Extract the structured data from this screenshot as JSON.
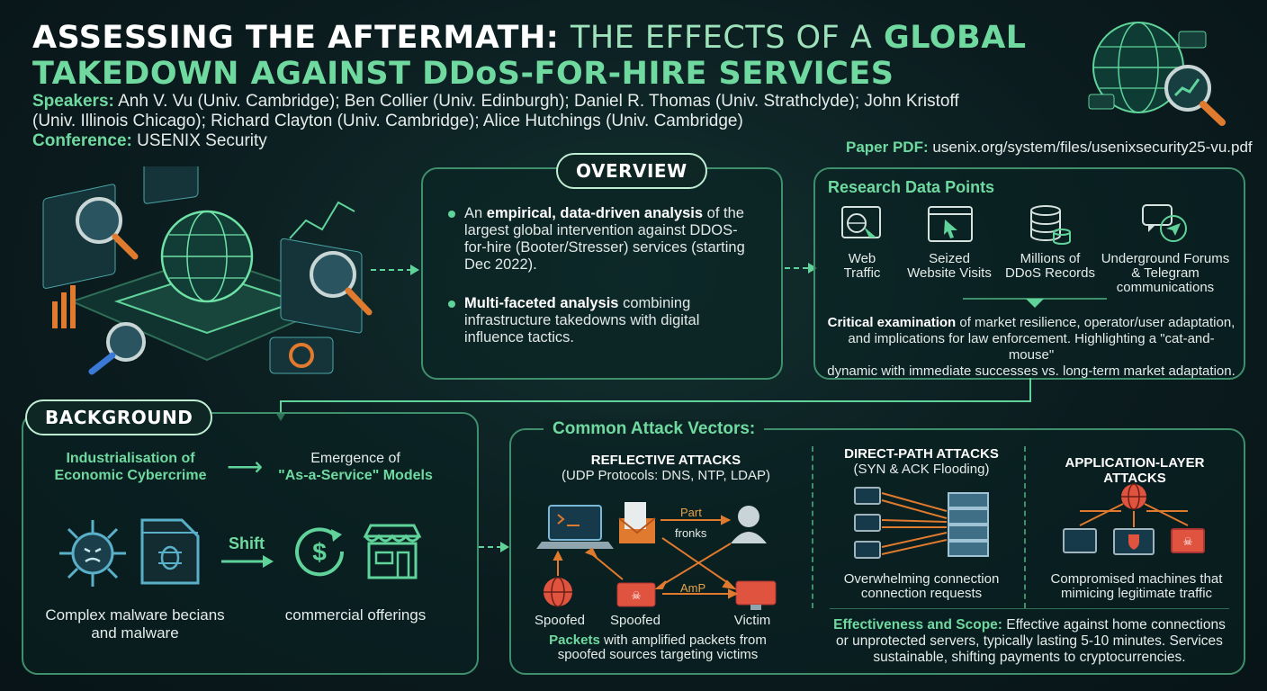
{
  "title": {
    "line1_white": "ASSESSING THE AFTERMATH:",
    "line1_light": "THE EFFECTS OF A",
    "line1_green": "GLOBAL",
    "line2": "TAKEDOWN AGAINST DDoS-FOR-HIRE SERVICES"
  },
  "speakers": {
    "label": "Speakers:",
    "line1": "Anh V. Vu (Univ. Cambridge); Ben Collier (Univ. Edinburgh); Daniel R. Thomas (Univ. Strathclyde); John Kristoff",
    "line2": "(Univ. Illinois Chicago); Richard Clayton (Univ. Cambridge);  Alice Hutchings (Univ. Cambridge)"
  },
  "conference": {
    "label": "Conference:",
    "value": "USENIX Security"
  },
  "pdf": {
    "label": "Paper PDF:",
    "value": "usenix.org/system/files/usenixsecurity25-vu.pdf"
  },
  "overview": {
    "heading": "OVERVIEW",
    "b1_pre": "An ",
    "b1_bold": "empirical, data-driven analysis",
    "b1_post": " of the largest global intervention against DDOS-for-hire (Booter/Stresser) services (starting Dec 2022).",
    "b2_bold": "Multi-faceted analysis",
    "b2_post": " combining infrastructure takedowns with digital influence tactics."
  },
  "research": {
    "heading": "Research Data Points",
    "items": [
      {
        "icon": "web-traffic-icon",
        "l1": "Web",
        "l2": "Traffic"
      },
      {
        "icon": "seized-site-icon",
        "l1": "Seized",
        "l2": "Website Visits"
      },
      {
        "icon": "database-icon",
        "l1": "Millions of",
        "l2": "DDoS Records"
      },
      {
        "icon": "chat-icon",
        "l1": "Underground Forums",
        "l2": "& Telegram",
        "l3": "communications"
      }
    ],
    "summary_bold": "Critical examination",
    "summary_l1": " of market resilience, operator/user adaptation,",
    "summary_l2": "and implications for law enforcement. Highlighting a \"cat-and-mouse\"",
    "summary_l3": "dynamic with immediate successes vs. long-term market adaptation."
  },
  "background": {
    "heading": "BACKGROUND",
    "left_l1": "Industrialisation of",
    "left_l2": "Economic Cybercrime",
    "right_l1": "Emergence of",
    "right_l2": "\"As-a-Service\" Models",
    "shift": "Shift",
    "caption_left_l1": "Complex malware becians",
    "caption_left_l2": "and malware",
    "caption_right": "commercial offerings"
  },
  "vectors": {
    "heading": "Common Attack Vectors:",
    "reflective_title": "REFLECTIVE ATTACKS",
    "reflective_sub": "(UDP Protocols: DNS, NTP, LDAP)",
    "flow_labels": [
      "Part",
      "fronks",
      "AmP"
    ],
    "spoofed1": "Spoofed",
    "spoofed2": "Spoofed",
    "victim": "Victim",
    "packets_bold": "Packets",
    "packets_l1": " with amplified packets from",
    "packets_l2": "spoofed sources targeting victims",
    "direct_title": "DIRECT-PATH ATTACKS",
    "direct_sub": "(SYN & ACK Flooding)",
    "direct_cap1": "Overwhelming connection",
    "direct_cap2": "connection requests",
    "app_title": "APPLICATION-LAYER ATTACKS",
    "app_cap1": "Compromised machines that",
    "app_cap2": "mimicing legitimate traffic",
    "eff_bold": "Effectiveness and Scope:",
    "eff_l1": " Effective against home connections",
    "eff_l2": "or unprotected servers, typically lasting 5-10 minutes. Services",
    "eff_l3": "sustainable, shifting payments to cryptocurrencies."
  },
  "colors": {
    "accent": "#5fd39a",
    "border": "#3f8f6c",
    "background": "#0b1c1f",
    "alert": "#e0533f"
  }
}
